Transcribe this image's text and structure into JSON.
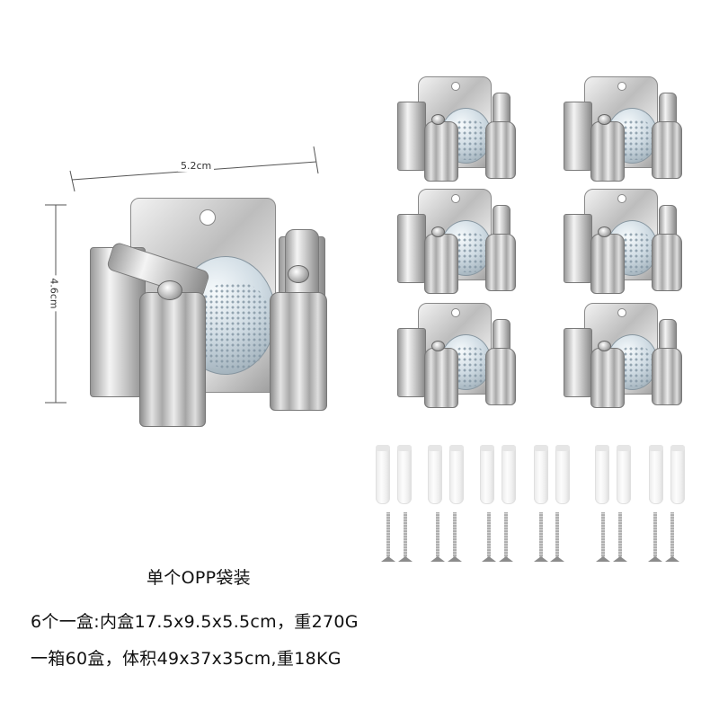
{
  "dimensions": {
    "width_label": "5.2cm",
    "height_label": "4.6cm"
  },
  "product": {
    "main_item": "mop-holder-clip",
    "grid_count": 6,
    "grid_columns": 2,
    "grid_rows": 3
  },
  "hardware": {
    "anchor_count": 12,
    "screw_count": 12
  },
  "packaging": {
    "line1": "单个OPP袋装",
    "line2": "6个一盒:内盒17.5x9.5x5.5cm，重270G",
    "line3": "一箱60盒，体积49x37x35cm,重18KG"
  },
  "colors": {
    "steel": "#bdbdbd",
    "roller": "#cfdbe3",
    "text": "#111111",
    "background": "#ffffff"
  }
}
